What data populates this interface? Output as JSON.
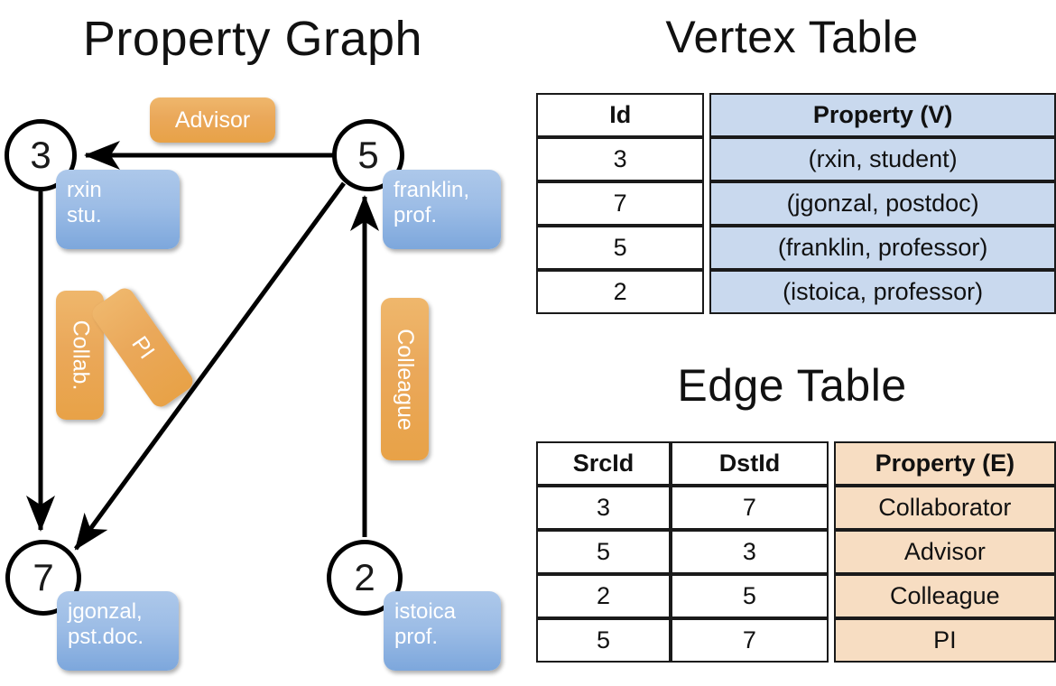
{
  "titles": {
    "property_graph": "Property Graph",
    "vertex_table": "Vertex Table",
    "edge_table": "Edge Table"
  },
  "graph": {
    "nodes": [
      {
        "id": "3",
        "property_line1": "rxin",
        "property_line2": "stu."
      },
      {
        "id": "5",
        "property_line1": "franklin,",
        "property_line2": "prof."
      },
      {
        "id": "7",
        "property_line1": "jgonzal,",
        "property_line2": "pst.doc."
      },
      {
        "id": "2",
        "property_line1": "istoica",
        "property_line2": "prof."
      }
    ],
    "edge_labels": {
      "advisor": "Advisor",
      "collaborator": "Collab.",
      "pi": "PI",
      "colleague": "Colleague"
    },
    "colors": {
      "vertex_property_box": "#9dbde6",
      "edge_label_box": "#eaa85a",
      "node_stroke": "#000000",
      "edge_stroke": "#000000"
    }
  },
  "vertex_table": {
    "headers": [
      "Id",
      "Property (V)"
    ],
    "rows": [
      {
        "id": "3",
        "property": "(rxin, student)"
      },
      {
        "id": "7",
        "property": "(jgonzal, postdoc)"
      },
      {
        "id": "5",
        "property": "(franklin, professor)"
      },
      {
        "id": "2",
        "property": "(istoica, professor)"
      }
    ],
    "property_cell_color": "#c9d9ee"
  },
  "edge_table": {
    "headers": [
      "SrcId",
      "DstId",
      "Property (E)"
    ],
    "rows": [
      {
        "src": "3",
        "dst": "7",
        "property": "Collaborator"
      },
      {
        "src": "5",
        "dst": "3",
        "property": "Advisor"
      },
      {
        "src": "2",
        "dst": "5",
        "property": "Colleague"
      },
      {
        "src": "5",
        "dst": "7",
        "property": "PI"
      }
    ],
    "property_cell_color": "#f7ddc2"
  }
}
